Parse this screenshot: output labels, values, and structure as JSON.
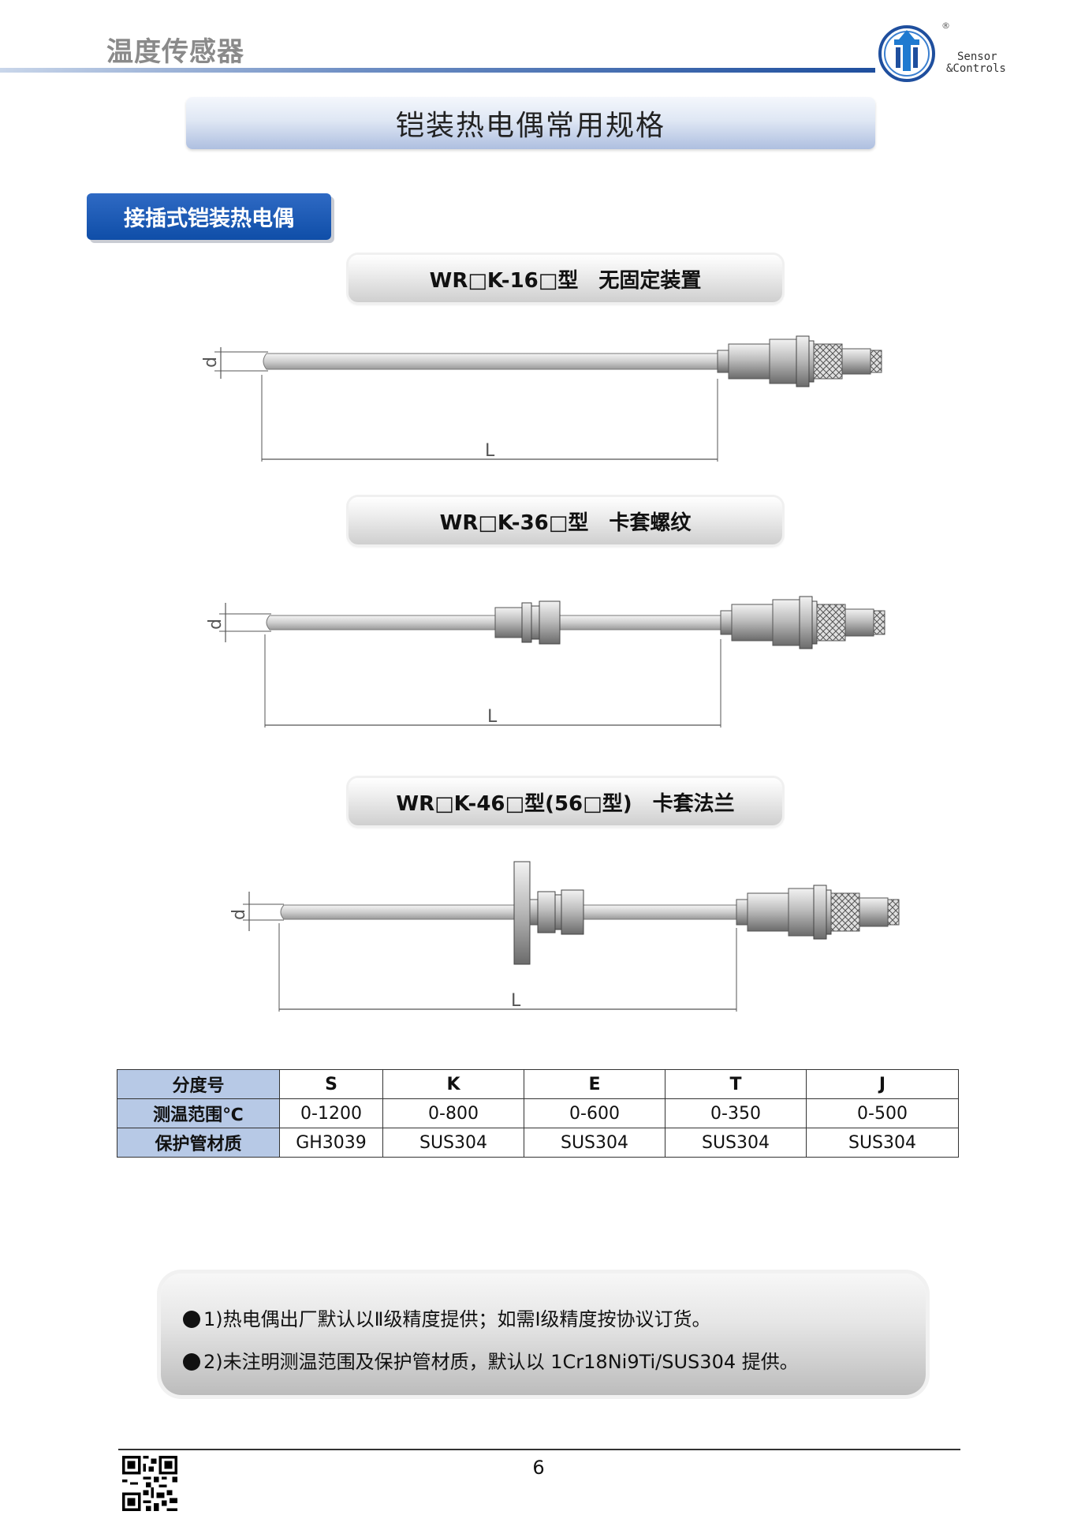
{
  "header": {
    "title": "温度传感器",
    "logo_text_line1": "Sensor",
    "logo_text_line2": "&Controls",
    "registered_mark": "®"
  },
  "banner": {
    "title": "铠装热电偶常用规格"
  },
  "section": {
    "label": "接插式铠装热电偶"
  },
  "models": [
    {
      "title": "WR□K-16□型　无固定装置",
      "dim_d": "d",
      "dim_L": "L"
    },
    {
      "title": "WR□K-36□型　卡套螺纹",
      "dim_d": "d",
      "dim_L": "L"
    },
    {
      "title": "WR□K-46□型(56□型)　卡套法兰",
      "dim_d": "d",
      "dim_L": "L"
    }
  ],
  "table": {
    "rows": [
      {
        "label": "分度号",
        "cells": [
          "S",
          "K",
          "E",
          "T",
          "J"
        ]
      },
      {
        "label": "测温范围℃",
        "cells": [
          "0-1200",
          "0-800",
          "0-600",
          "0-350",
          "0-500"
        ]
      },
      {
        "label": "保护管材质",
        "cells": [
          "GH3039",
          "SUS304",
          "SUS304",
          "SUS304",
          "SUS304"
        ]
      }
    ]
  },
  "notes": [
    "1)热电偶出厂默认以Ⅱ级精度提供；如需Ⅰ级精度按协议订货。",
    "2)未注明测温范围及保护管材质，默认以 1Cr18Ni9Ti/SUS304 提供。"
  ],
  "footer": {
    "page_number": "6"
  },
  "colors": {
    "accent_blue": "#0f4ea8",
    "table_header_bg": "#b7c9e6"
  }
}
